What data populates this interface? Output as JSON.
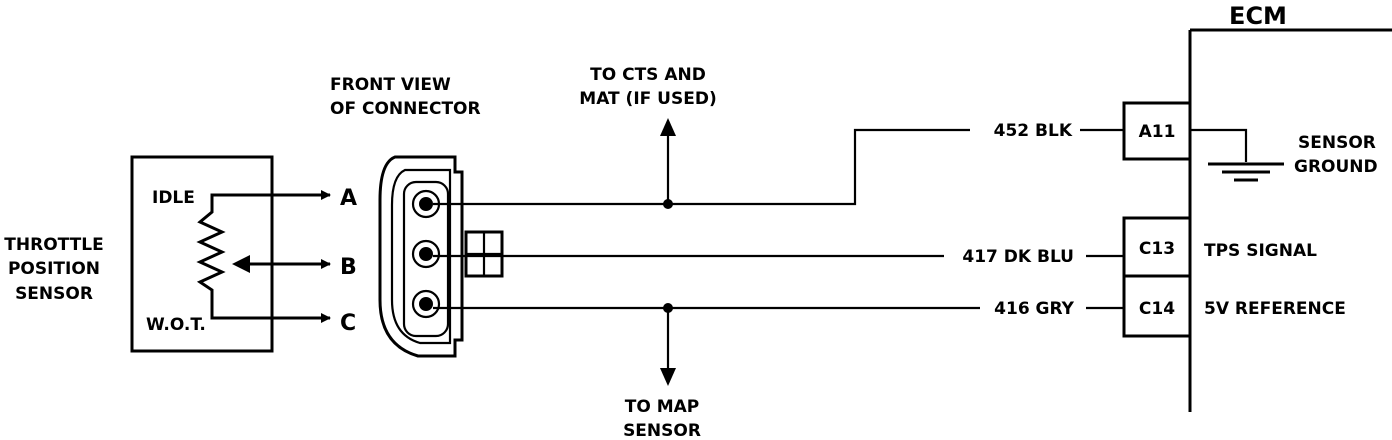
{
  "sensor": {
    "name_lines": [
      "THROTTLE",
      "POSITION",
      "SENSOR"
    ],
    "idle_label": "IDLE",
    "wot_label": "W.O.T."
  },
  "connector": {
    "title_lines": [
      "FRONT VIEW",
      "OF CONNECTOR"
    ],
    "pins": [
      "A",
      "B",
      "C"
    ]
  },
  "branches": {
    "top_lines": [
      "TO CTS AND",
      "MAT (IF USED)"
    ],
    "bottom_lines": [
      "TO MAP",
      "SENSOR"
    ]
  },
  "wires": [
    {
      "label": "452 BLK",
      "terminal": "A11",
      "function_lines": [
        "SENSOR",
        "GROUND"
      ]
    },
    {
      "label": "417 DK BLU",
      "terminal": "C13",
      "function_lines": [
        "TPS SIGNAL"
      ]
    },
    {
      "label": "416 GRY",
      "terminal": "C14",
      "function_lines": [
        "5V REFERENCE"
      ]
    }
  ],
  "ecm": {
    "title": "ECM"
  }
}
